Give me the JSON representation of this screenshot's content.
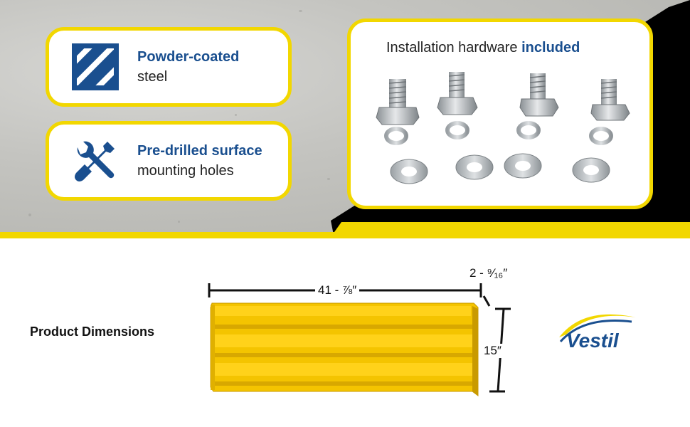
{
  "features": [
    {
      "highlight": "Powder-coated",
      "rest": "steel",
      "icon": "diagonal-stripes-icon"
    },
    {
      "highlight": "Pre-drilled surface",
      "rest": "mounting holes",
      "icon": "wrench-screwdriver-icon"
    }
  ],
  "hardware": {
    "title_plain": "Installation hardware ",
    "title_bold": "included"
  },
  "dimensions": {
    "label": "Product Dimensions",
    "width": "41 - ⅞″",
    "depth": "2 - ⁹⁄₁₆″",
    "height": "15″"
  },
  "brand": {
    "logo_text": "Vestil"
  },
  "colors": {
    "accent_yellow": "#f2d700",
    "brand_blue": "#1a4f8f",
    "black": "#000000"
  }
}
